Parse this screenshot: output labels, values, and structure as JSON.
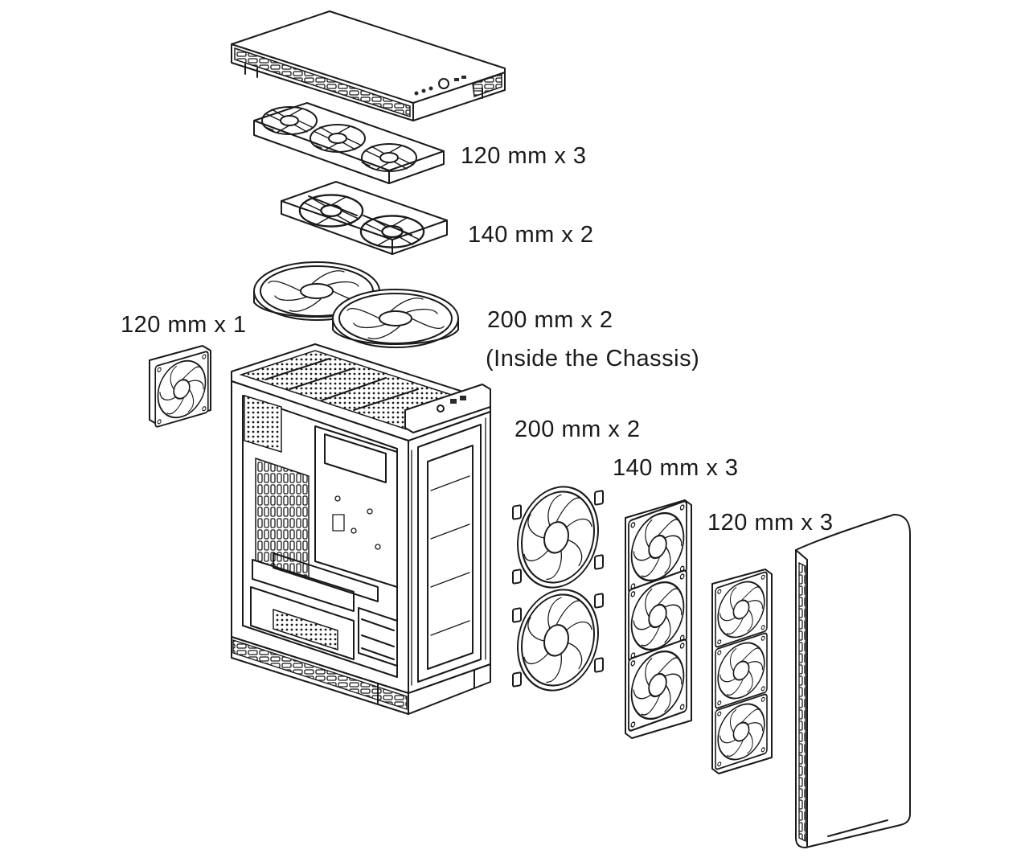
{
  "labels": {
    "top_120": "120 mm x 3",
    "top_140": "140 mm x 2",
    "top_200": "200 mm x 2",
    "top_200_note": "(Inside the Chassis)",
    "rear_120": "120 mm x 1",
    "front_200": "200 mm x 2",
    "front_140": "140 mm x 3",
    "front_120": "120 mm x 3"
  },
  "colors": {
    "line": "#1a1a1a",
    "background": "#ffffff"
  }
}
